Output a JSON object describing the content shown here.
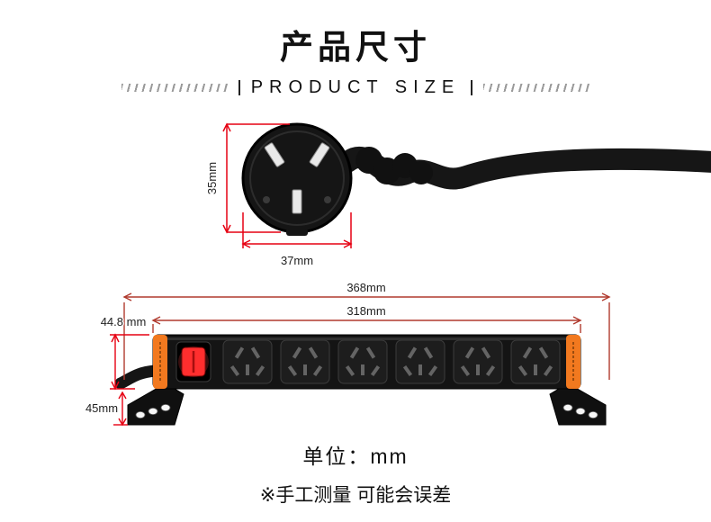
{
  "header": {
    "title": "产品尺寸",
    "subtitle": "PRODUCT SIZE"
  },
  "plug": {
    "dim_height": "35mm",
    "dim_width": "37mm"
  },
  "strip": {
    "dim_total_width": "368mm",
    "dim_body_width": "318mm",
    "dim_height": "44.8 mm",
    "dim_ear_height": "45mm"
  },
  "footer": {
    "unit_label": "单位：mm",
    "note": "※手工测量 可能会误差"
  },
  "colors": {
    "dimension_bright_red": "#e60012",
    "dimension_dark_red": "#b03a2e",
    "bracket_orange": "#f2791f",
    "switch_red": "#ff2a2a",
    "strip_black": "#141414"
  }
}
